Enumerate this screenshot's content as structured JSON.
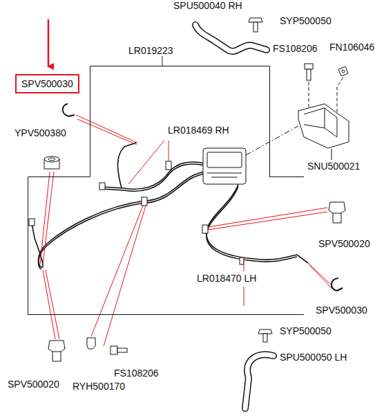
{
  "diagram": {
    "nodes": [
      {
        "text": [
          "LR019223"
        ]
      },
      {
        "text": [
          "SPV500030"
        ]
      }
    ],
    "labels": [
      "SPU500040 RH",
      "SYP500050",
      "FS108206",
      "FN106046",
      "YPV500380",
      "LR018469 RH",
      "SNU500021",
      "SPV500020",
      "LR018470 LH",
      "SPV500030",
      "SYP500050",
      "SPU500050 LH",
      "SPV500020",
      "RYH500170",
      "FS108206"
    ]
  }
}
